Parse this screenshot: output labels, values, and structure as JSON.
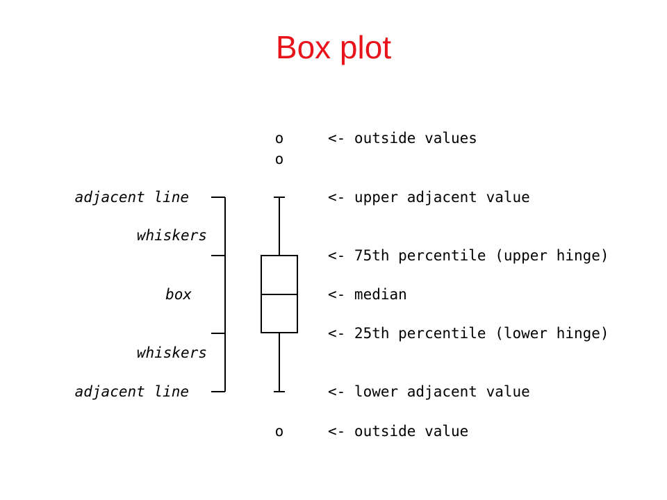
{
  "title": "Box plot",
  "colors": {
    "title": "#e8141b",
    "ink": "#000000",
    "background": "#ffffff"
  },
  "outlier_marker": "o",
  "left_labels": {
    "adjacent_line_top": "adjacent line",
    "whiskers_top": "whiskers",
    "box": "box",
    "whiskers_bottom": "whiskers",
    "adjacent_line_bottom": "adjacent line"
  },
  "right_labels": {
    "outside_values": "<- outside values",
    "upper_adjacent_value": "<- upper adjacent value",
    "upper_hinge": "<- 75th percentile (upper hinge)",
    "median": "<- median",
    "lower_hinge": "<- 25th percentile (lower hinge)",
    "lower_adjacent_value": "<- lower adjacent value",
    "outside_value": "<- outside value"
  }
}
